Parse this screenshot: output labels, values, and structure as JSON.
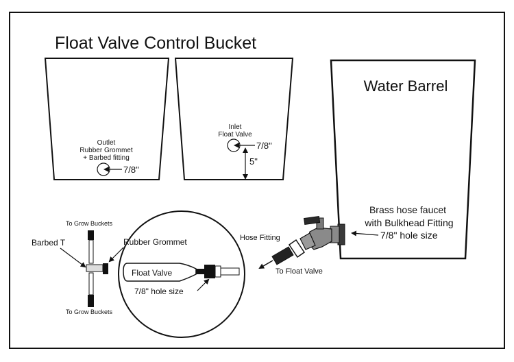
{
  "title": "Float Valve Control Bucket",
  "bucket1": {
    "label_line1": "Outlet",
    "label_line2": "Rubber Grommet",
    "label_line3": "+ Barbed fitting",
    "hole": "7/8\""
  },
  "bucket2": {
    "label_line1": "Inlet",
    "label_line2": "Float Valve",
    "hole": "7/8\"",
    "height": "5\""
  },
  "barrel": {
    "title": "Water Barrel",
    "faucet_line1": "Brass hose faucet",
    "faucet_line2": "with Bulkhead Fitting",
    "hole": "7/8\" hole size"
  },
  "hose": {
    "fitting": "Hose Fitting",
    "to_float": "To Float Valve"
  },
  "detail": {
    "to_grow_top": "To Grow Buckets",
    "to_grow_bottom": "To Grow Buckets",
    "barbed_t": "Barbed T",
    "grommet": "Rubber Grommet",
    "float_valve": "Float Valve",
    "hole": "7/8\" hole size"
  },
  "colors": {
    "stroke": "#111111",
    "faucet": "#8a8a8a",
    "faucet_dark": "#3a3a3a"
  }
}
